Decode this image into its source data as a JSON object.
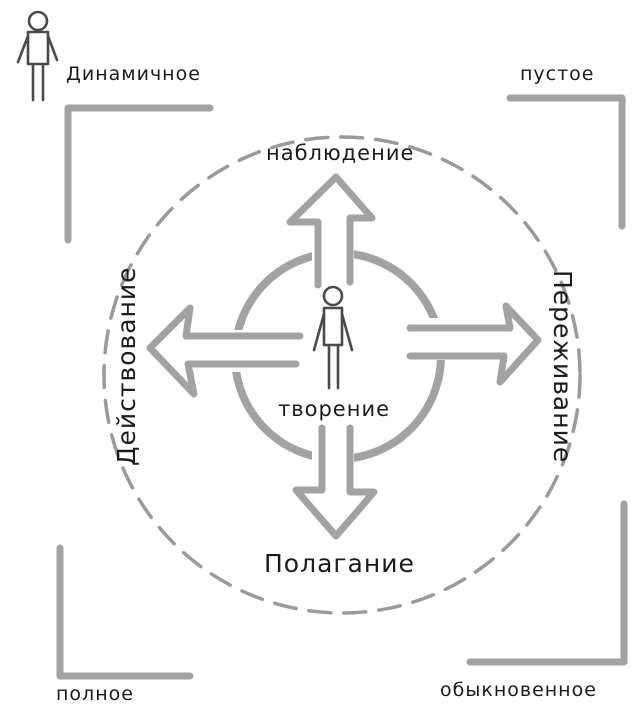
{
  "labels": {
    "top_left": "Динамичное",
    "top_right": "пустое",
    "bottom_left": "полное",
    "bottom_right": "обыкновенное",
    "top": "наблюдение",
    "right": "Переживание",
    "left": "Действование",
    "bottom": "Полагание",
    "center": "творение"
  }
}
